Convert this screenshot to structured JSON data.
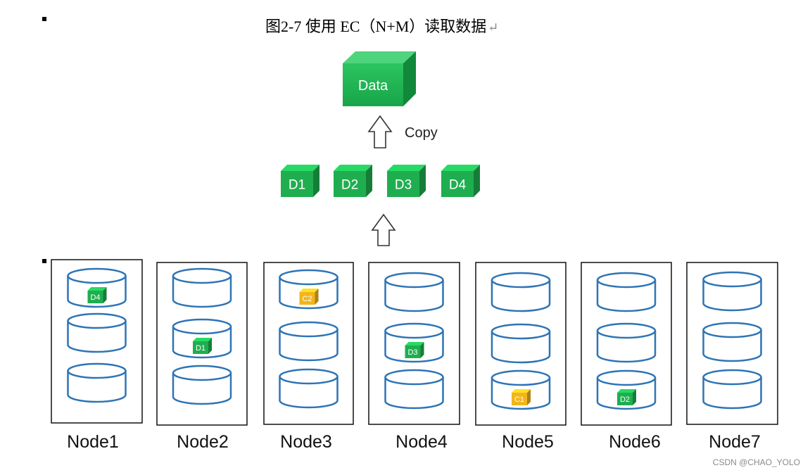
{
  "caption": "图2-7 使用 EC（N+M）读取数据",
  "caption_return_mark": "↵",
  "data_block": "Data",
  "copy_label": "Copy",
  "chunks": [
    "D1",
    "D2",
    "D3",
    "D4"
  ],
  "nodes": [
    {
      "label": "Node1",
      "slots": [
        "D4",
        "",
        ""
      ]
    },
    {
      "label": "Node2",
      "slots": [
        "",
        "D1",
        ""
      ]
    },
    {
      "label": "Node3",
      "slots": [
        "C2",
        "",
        ""
      ]
    },
    {
      "label": "Node4",
      "slots": [
        "",
        "D3",
        ""
      ]
    },
    {
      "label": "Node5",
      "slots": [
        "",
        "",
        "C1"
      ]
    },
    {
      "label": "Node6",
      "slots": [
        "",
        "",
        "D2"
      ]
    },
    {
      "label": "Node7",
      "slots": [
        "",
        "",
        ""
      ]
    }
  ],
  "watermark": "CSDN @CHAO_YOLO",
  "colors": {
    "data_green": "#1fae4f",
    "parity_yellow": "#f2b51c",
    "disk_blue": "#2e74b5"
  }
}
